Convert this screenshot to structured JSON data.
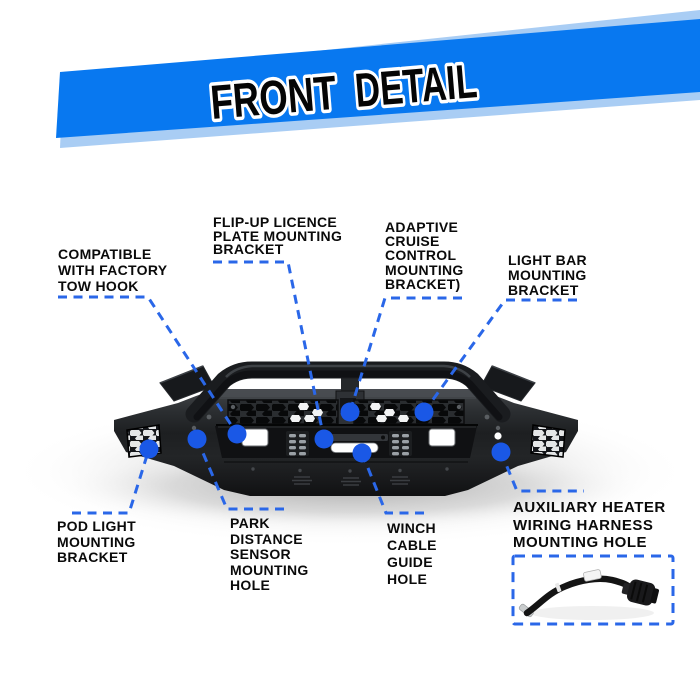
{
  "banner": {
    "word1": "FRONT",
    "word2": "DETAIL"
  },
  "colors": {
    "banner_blue": "#0878F0",
    "banner_light_blue": "#A9CDF4",
    "banner_text": "#050505",
    "callout_dot_blue": "#1A58E6",
    "callout_line_blue": "#2A67E8"
  },
  "callouts": [
    {
      "id": "factory-tow-hook",
      "lines": [
        "COMPATIBLE",
        "WITH FACTORY",
        "TOW HOOK"
      ]
    },
    {
      "id": "flip-up-licence-plate",
      "lines": [
        "FLIP-UP LICENCE",
        "PLATE MOUNTING",
        "BRACKET"
      ]
    },
    {
      "id": "adaptive-cruise-control",
      "lines": [
        "ADAPTIVE",
        "CRUISE",
        "CONTROL",
        "MOUNTING",
        "BRACKET)"
      ]
    },
    {
      "id": "light-bar",
      "lines": [
        "LIGHT BAR",
        "MOUNTING",
        "BRACKET"
      ]
    },
    {
      "id": "pod-light",
      "lines": [
        "POD LIGHT",
        "MOUNTING",
        "BRACKET"
      ]
    },
    {
      "id": "park-distance-sensor",
      "lines": [
        "PARK",
        "DISTANCE",
        "SENSOR",
        "MOUNTING",
        "HOLE"
      ]
    },
    {
      "id": "winch-cable-guide",
      "lines": [
        "WINCH",
        "CABLE",
        "GUIDE",
        "HOLE"
      ]
    },
    {
      "id": "auxiliary-heater",
      "lines": [
        "AUXILIARY HEATER",
        "WIRING HARNESS",
        "MOUNTING HOLE"
      ]
    }
  ],
  "illustrations": {
    "bumper": "front-bumper-product-render",
    "harness": "auxiliary-heater-wiring-harness-photo"
  }
}
